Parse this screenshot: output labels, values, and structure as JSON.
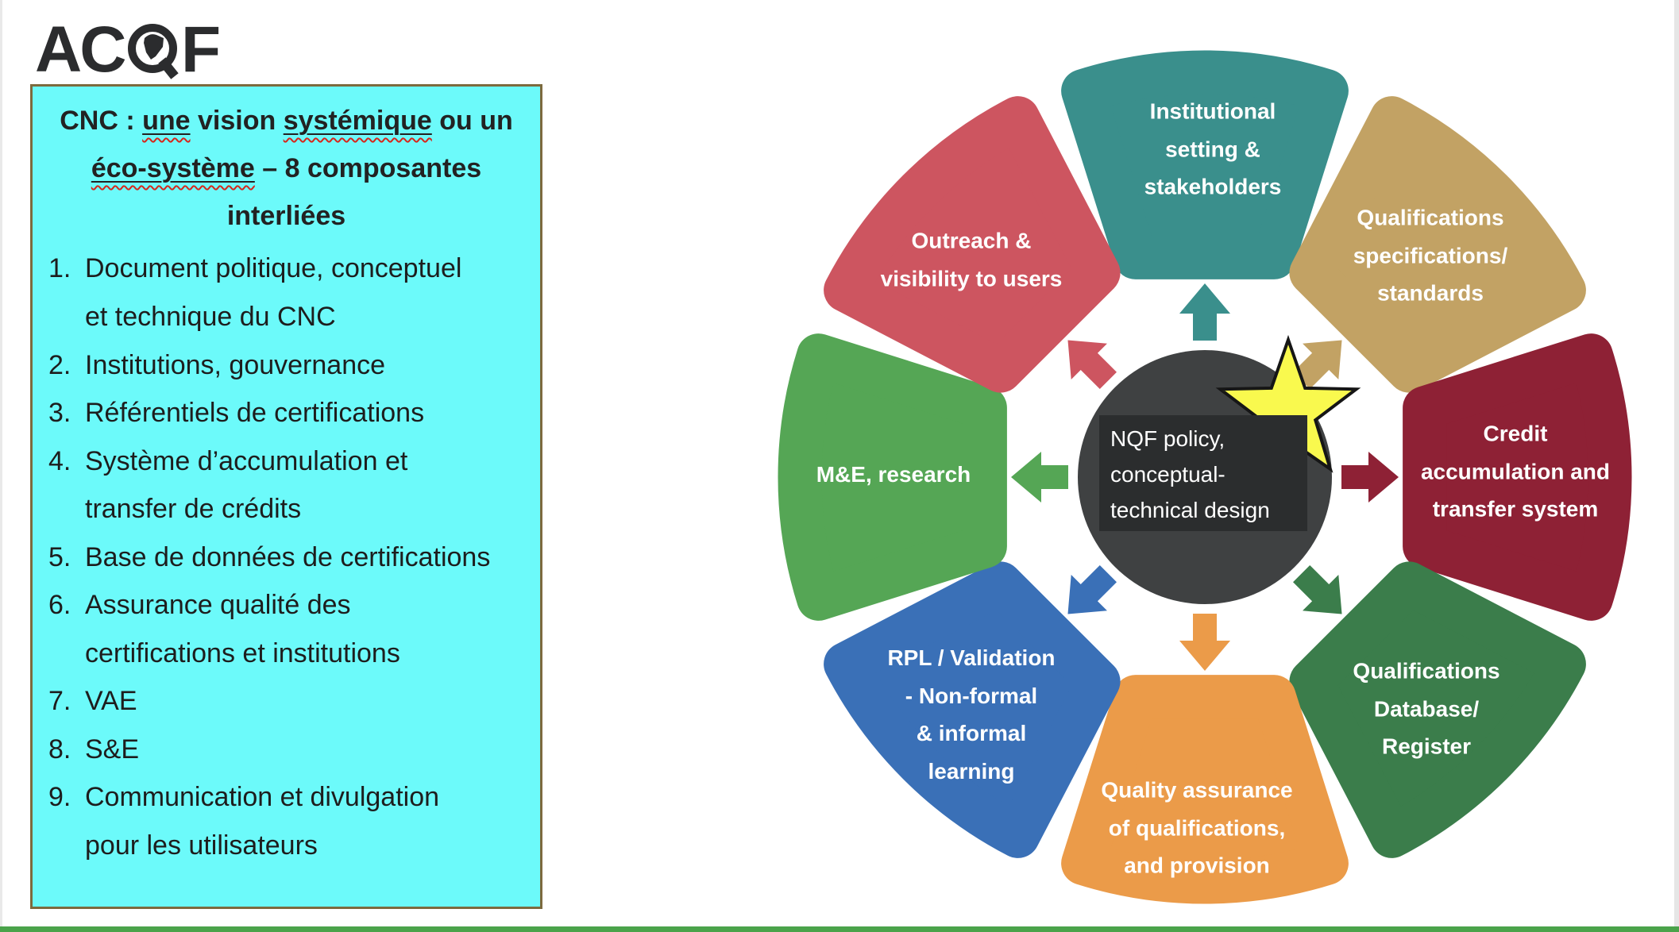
{
  "logo": {
    "name": "ACQF",
    "left": "AC",
    "right": "F"
  },
  "panel": {
    "title": {
      "prefix": "CNC : ",
      "mis1": "une",
      "mid1": " vision ",
      "mis2": "systémique",
      "mid2": " ou un ",
      "mis3": "éco-système",
      "suffix": " – 8 composantes interliées"
    },
    "items": [
      {
        "n": "1.",
        "text": "Document politique, conceptuel\net technique du CNC"
      },
      {
        "n": "2.",
        "text": "Institutions, gouvernance"
      },
      {
        "n": "3.",
        "text": "Référentiels de certifications"
      },
      {
        "n": "4.",
        "text": "Système d’accumulation et\ntransfer de crédits"
      },
      {
        "n": "5.",
        "text": "Base de données de certifications"
      },
      {
        "n": "6.",
        "text": "Assurance qualité des\ncertifications et institutions"
      },
      {
        "n": "7.",
        "text": "VAE"
      },
      {
        "n": "8.",
        "text": "S&E"
      },
      {
        "n": "9.",
        "text": "Communication et divulgation\npour les utilisateurs"
      }
    ],
    "background_color": "#6cfafa",
    "border_color": "#7c6a3e"
  },
  "diagram": {
    "center": {
      "label": "NQF policy,\nconceptual-\ntechnical design",
      "circle_color": "#3f4142",
      "box_color": "#2b2d2e",
      "star_color": "#f9f94e"
    },
    "segments": [
      {
        "id": "institutional",
        "label": "Institutional\nsetting &\nstakeholders",
        "color": "#3a8f8c"
      },
      {
        "id": "qualifications-specifications",
        "label": "Qualifications\nspecifications/\nstandards",
        "color": "#c2a264"
      },
      {
        "id": "credit-transfer",
        "label": "Credit\naccumulation and\ntransfer system",
        "color": "#8e2135"
      },
      {
        "id": "qualifications-database",
        "label": "Qualifications\nDatabase/\nRegister",
        "color": "#3b7d4b"
      },
      {
        "id": "quality-assurance",
        "label": "Quality assurance\nof qualifications,\nand provision",
        "color": "#eb9b49"
      },
      {
        "id": "rpl-validation",
        "label": "RPL / Validation\n- Non-formal\n& informal\nlearning",
        "color": "#3a70b7"
      },
      {
        "id": "me-research",
        "label": "M&E, research",
        "color": "#55a655"
      },
      {
        "id": "outreach",
        "label": "Outreach &\nvisibility to users",
        "color": "#cd5560"
      }
    ],
    "bottom_bar_color": "#4aa34a"
  }
}
